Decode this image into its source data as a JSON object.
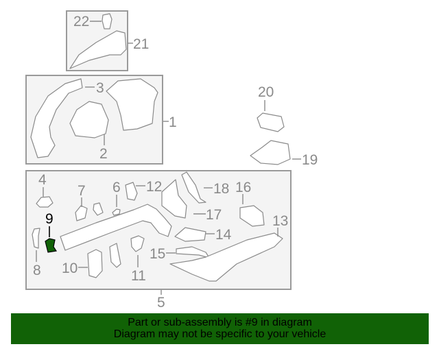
{
  "diagram": {
    "groups": [
      {
        "id": "21",
        "label": "21",
        "children": [
          "22"
        ]
      },
      {
        "id": "1",
        "label": "1",
        "children": [
          "2",
          "3"
        ]
      },
      {
        "id": "5",
        "label": "5",
        "children": [
          "4",
          "6",
          "7",
          "8",
          "9",
          "10",
          "11",
          "12",
          "13",
          "14",
          "15",
          "16",
          "17",
          "18"
        ]
      }
    ],
    "callouts": {
      "c1": "1",
      "c2": "2",
      "c3": "3",
      "c4": "4",
      "c5": "5",
      "c6": "6",
      "c7": "7",
      "c8": "8",
      "c9": "9",
      "c10": "10",
      "c11": "11",
      "c12": "12",
      "c13": "13",
      "c14": "14",
      "c15": "15",
      "c16": "16",
      "c17": "17",
      "c18": "18",
      "c19": "19",
      "c20": "20",
      "c21": "21",
      "c22": "22"
    },
    "highlighted_part": "9",
    "highlight_color": "#116206",
    "line_color": "#8a8a8a"
  },
  "banner": {
    "line1": "Part or sub-assembly is #9 in diagram",
    "line2": "Diagram may not be specific to your vehicle",
    "background": "#116206"
  }
}
